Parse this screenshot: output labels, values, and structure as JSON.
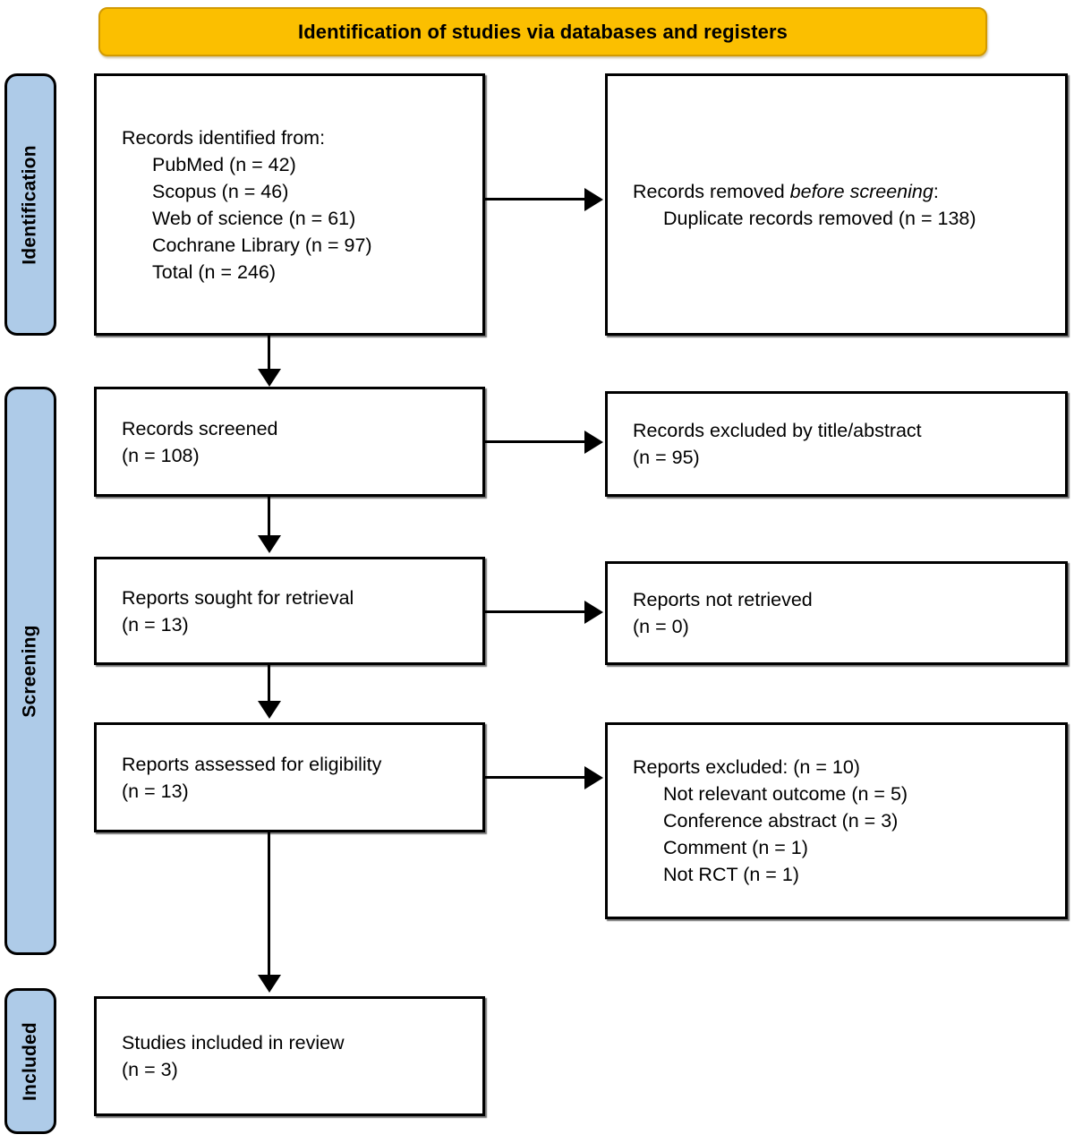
{
  "banner": {
    "title": "Identification of studies via databases and registers",
    "bg_color": "#FBBF00",
    "border_color": "#D29A02"
  },
  "stages": {
    "identification": "Identification",
    "screening": "Screening",
    "included": "Included",
    "bg_color": "#AECBE8"
  },
  "boxes": {
    "identified": {
      "l1": "Records identified from:",
      "l2": "PubMed (n = 42)",
      "l3": "Scopus (n = 46)",
      "l4": "Web of science (n = 61)",
      "l5": "Cochrane Library (n = 97)",
      "l6": "Total (n = 246)"
    },
    "removed": {
      "l1_a": "Records removed ",
      "l1_i": "before screening",
      "l1_b": ":",
      "l2": "Duplicate records removed (n = 138)"
    },
    "screened": {
      "l1": "Records screened",
      "l2": "(n = 108)"
    },
    "excluded_title_abstract": {
      "l1": "Records excluded by title/abstract",
      "l2": "(n = 95)"
    },
    "sought": {
      "l1": "Reports sought for retrieval",
      "l2": "(n = 13)"
    },
    "not_retrieved": {
      "l1": "Reports not retrieved",
      "l2": "(n = 0)"
    },
    "assessed": {
      "l1": "Reports assessed for eligibility",
      "l2": "(n = 13)"
    },
    "excluded_full": {
      "l1": "Reports excluded: (n = 10)",
      "l2": "Not relevant outcome (n = 5)",
      "l3": "Conference abstract (n = 3)",
      "l4": "Comment (n = 1)",
      "l5": "Not RCT (n = 1)"
    },
    "included": {
      "l1": "Studies included in review",
      "l2": "(n = 3)"
    }
  },
  "chart_data": {
    "type": "diagram",
    "title": "Identification of studies via databases and registers",
    "diagram_kind": "PRISMA flow diagram",
    "stages": [
      "Identification",
      "Screening",
      "Included"
    ],
    "nodes": [
      {
        "id": "identified",
        "stage": "Identification",
        "side": "left",
        "sources": [
          {
            "name": "PubMed",
            "n": 42
          },
          {
            "name": "Scopus",
            "n": 46
          },
          {
            "name": "Web of science",
            "n": 61
          },
          {
            "name": "Cochrane Library",
            "n": 97
          }
        ],
        "total": 246
      },
      {
        "id": "removed",
        "stage": "Identification",
        "side": "right",
        "label": "Records removed before screening",
        "duplicate_records_removed": 138
      },
      {
        "id": "screened",
        "stage": "Screening",
        "side": "left",
        "label": "Records screened",
        "n": 108
      },
      {
        "id": "excluded_title_abstract",
        "stage": "Screening",
        "side": "right",
        "label": "Records excluded by title/abstract",
        "n": 95
      },
      {
        "id": "sought",
        "stage": "Screening",
        "side": "left",
        "label": "Reports sought for retrieval",
        "n": 13
      },
      {
        "id": "not_retrieved",
        "stage": "Screening",
        "side": "right",
        "label": "Reports not retrieved",
        "n": 0
      },
      {
        "id": "assessed",
        "stage": "Screening",
        "side": "left",
        "label": "Reports assessed for eligibility",
        "n": 13
      },
      {
        "id": "excluded_full",
        "stage": "Screening",
        "side": "right",
        "label": "Reports excluded",
        "n": 10,
        "reasons": [
          {
            "reason": "Not relevant outcome",
            "n": 5
          },
          {
            "reason": "Conference abstract",
            "n": 3
          },
          {
            "reason": "Comment",
            "n": 1
          },
          {
            "reason": "Not RCT",
            "n": 1
          }
        ]
      },
      {
        "id": "included",
        "stage": "Included",
        "side": "left",
        "label": "Studies included in review",
        "n": 3
      }
    ],
    "edges": [
      {
        "from": "identified",
        "to": "removed",
        "direction": "right"
      },
      {
        "from": "identified",
        "to": "screened",
        "direction": "down"
      },
      {
        "from": "screened",
        "to": "excluded_title_abstract",
        "direction": "right"
      },
      {
        "from": "screened",
        "to": "sought",
        "direction": "down"
      },
      {
        "from": "sought",
        "to": "not_retrieved",
        "direction": "right"
      },
      {
        "from": "sought",
        "to": "assessed",
        "direction": "down"
      },
      {
        "from": "assessed",
        "to": "excluded_full",
        "direction": "right"
      },
      {
        "from": "assessed",
        "to": "included",
        "direction": "down"
      }
    ]
  }
}
